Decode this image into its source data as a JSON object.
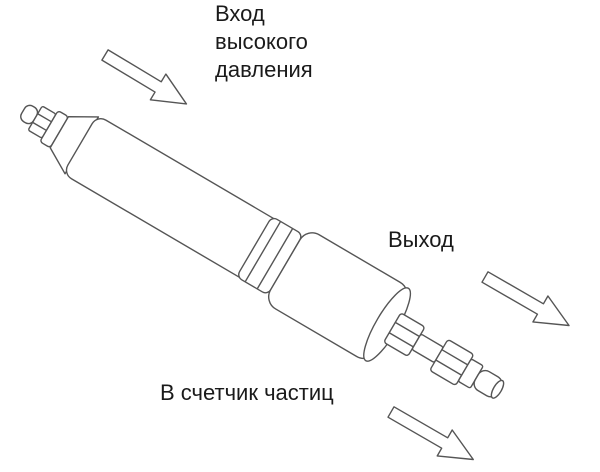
{
  "labels": {
    "inlet_lines": [
      "Вход",
      "высокого",
      "давления"
    ],
    "outlet": "Выход",
    "to_counter": "В счетчик частиц"
  },
  "colors": {
    "stroke": "#555555",
    "text": "#1a1a1a",
    "fill": "#ffffff"
  },
  "icons": [
    "arrow-inlet-icon",
    "arrow-outlet-icon",
    "arrow-counter-icon"
  ]
}
